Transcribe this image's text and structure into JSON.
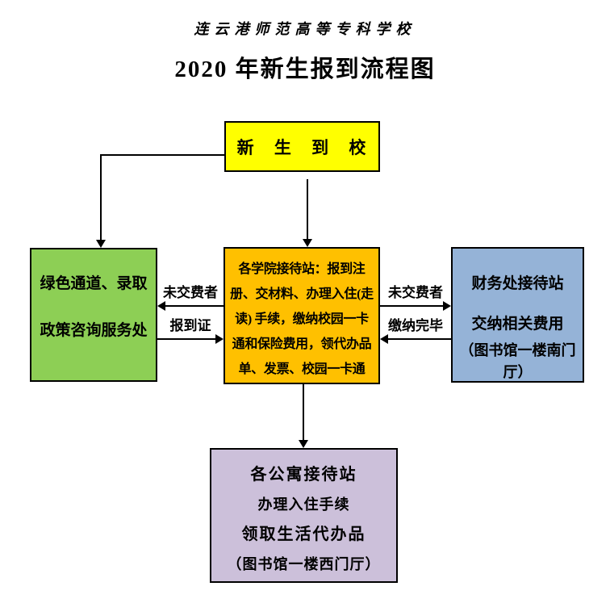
{
  "header": {
    "school_name": "连云港师范高等专科学校",
    "title": "2020 年新生报到流程图"
  },
  "colors": {
    "start_box": "#FFFF00",
    "green_channel_box": "#8DCF55",
    "college_station_box": "#FFC000",
    "finance_station_box": "#95B3D7",
    "apartment_station_box": "#CCC0DA",
    "connector_line": "#000000"
  },
  "boxes": {
    "start": {
      "label": "新 生 到 校"
    },
    "green_channel": {
      "lines": [
        "绿色通道、录取",
        "政策咨询服务处"
      ]
    },
    "college_station": {
      "lines": [
        "各学院接待站：报到注",
        "册、交材料、办理入住(走",
        "读) 手续，缴纳校园一卡",
        "通和保险费用，领代办品",
        "单、发票、校园一卡通"
      ]
    },
    "finance_station": {
      "lines": [
        "财务处接待站",
        "交纳相关费用",
        "（图书馆一楼南门厅）"
      ]
    },
    "apartment_station": {
      "lines": [
        "各公寓接待站",
        "办理入住手续",
        "领取生活代办品",
        "（图书馆一楼西门厅）"
      ]
    }
  },
  "edge_labels": {
    "left_top": "未交费者",
    "left_bottom": "报到证",
    "right_top": "未交费者",
    "right_bottom": "缴纳完毕"
  }
}
